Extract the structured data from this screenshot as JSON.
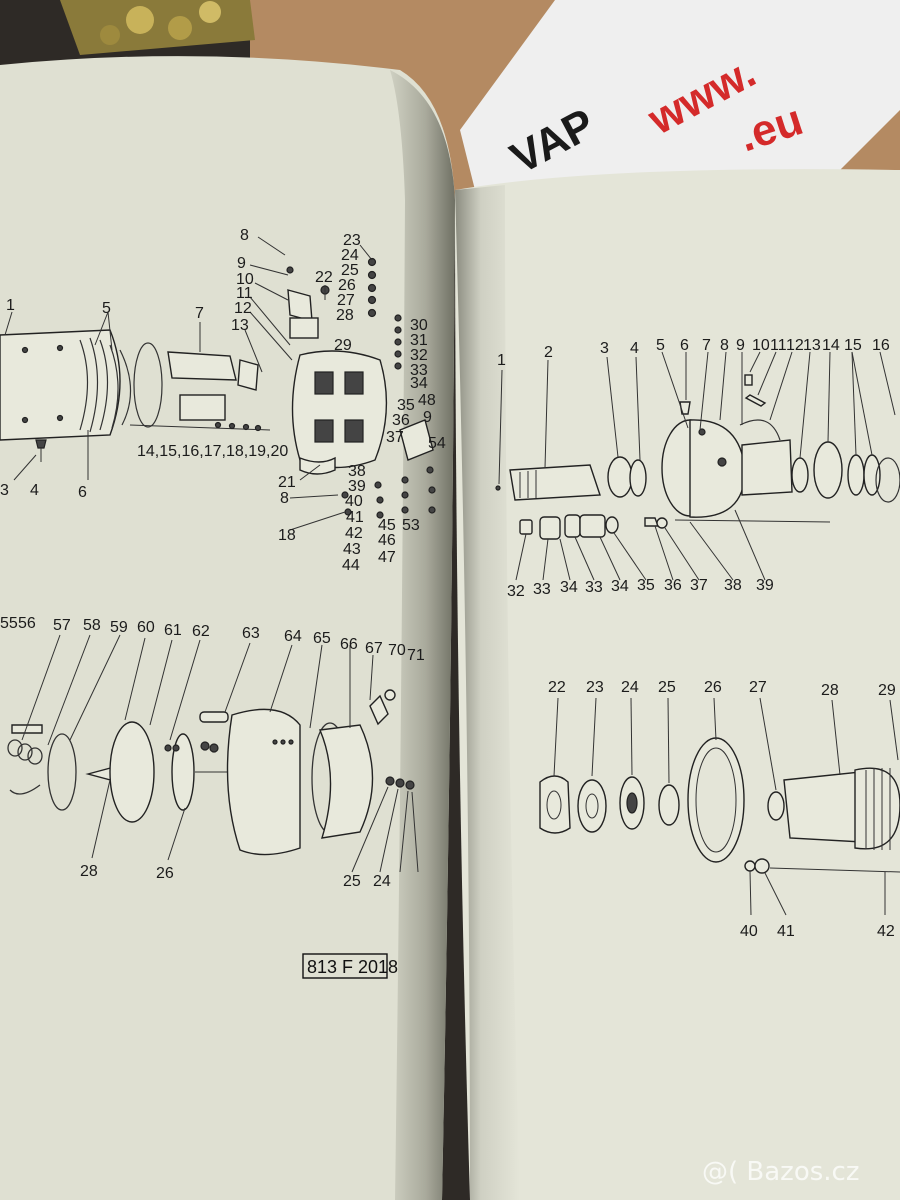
{
  "background_box": {
    "print_text_1": "VAP",
    "print_text_2": "www.",
    "print_text_3": ".eu"
  },
  "left_page": {
    "callouts": [
      "8",
      "9",
      "10",
      "11",
      "12",
      "13",
      "7",
      "5",
      "1",
      "22",
      "23",
      "24",
      "25",
      "26",
      "27",
      "28",
      "29",
      "30",
      "31",
      "32",
      "33",
      "34",
      "14,15,16,17,18,19,20",
      "3",
      "4",
      "6",
      "21",
      "35",
      "36",
      "37",
      "38",
      "39",
      "40",
      "41",
      "42",
      "43",
      "44",
      "45",
      "46",
      "47",
      "48",
      "9",
      "8",
      "18",
      "53",
      "54",
      "55",
      "56",
      "57",
      "58",
      "59",
      "60",
      "61",
      "62",
      "63",
      "64",
      "65",
      "66",
      "67",
      "70",
      "71",
      "28",
      "26",
      "25",
      "24"
    ],
    "reference_code": "813 F 2018"
  },
  "right_page": {
    "callouts_top": [
      "1",
      "2",
      "3",
      "4",
      "5",
      "6",
      "7",
      "8",
      "9",
      "10",
      "11",
      "12",
      "13",
      "14",
      "15",
      "16"
    ],
    "callouts_mid": [
      "32",
      "33",
      "34",
      "33",
      "34",
      "35",
      "36",
      "37",
      "38",
      "39"
    ],
    "callouts_bottom": [
      "22",
      "23",
      "24",
      "25",
      "26",
      "27",
      "28",
      "29",
      "40",
      "41",
      "42"
    ]
  },
  "watermark": "@( Bazos.cz",
  "colors": {
    "paper_left": "#dfe0d2",
    "paper_right": "#e4e5d8",
    "cardboard": "#b48a62",
    "box_red": "#d42a2a",
    "box_green": "#3fa04a"
  }
}
